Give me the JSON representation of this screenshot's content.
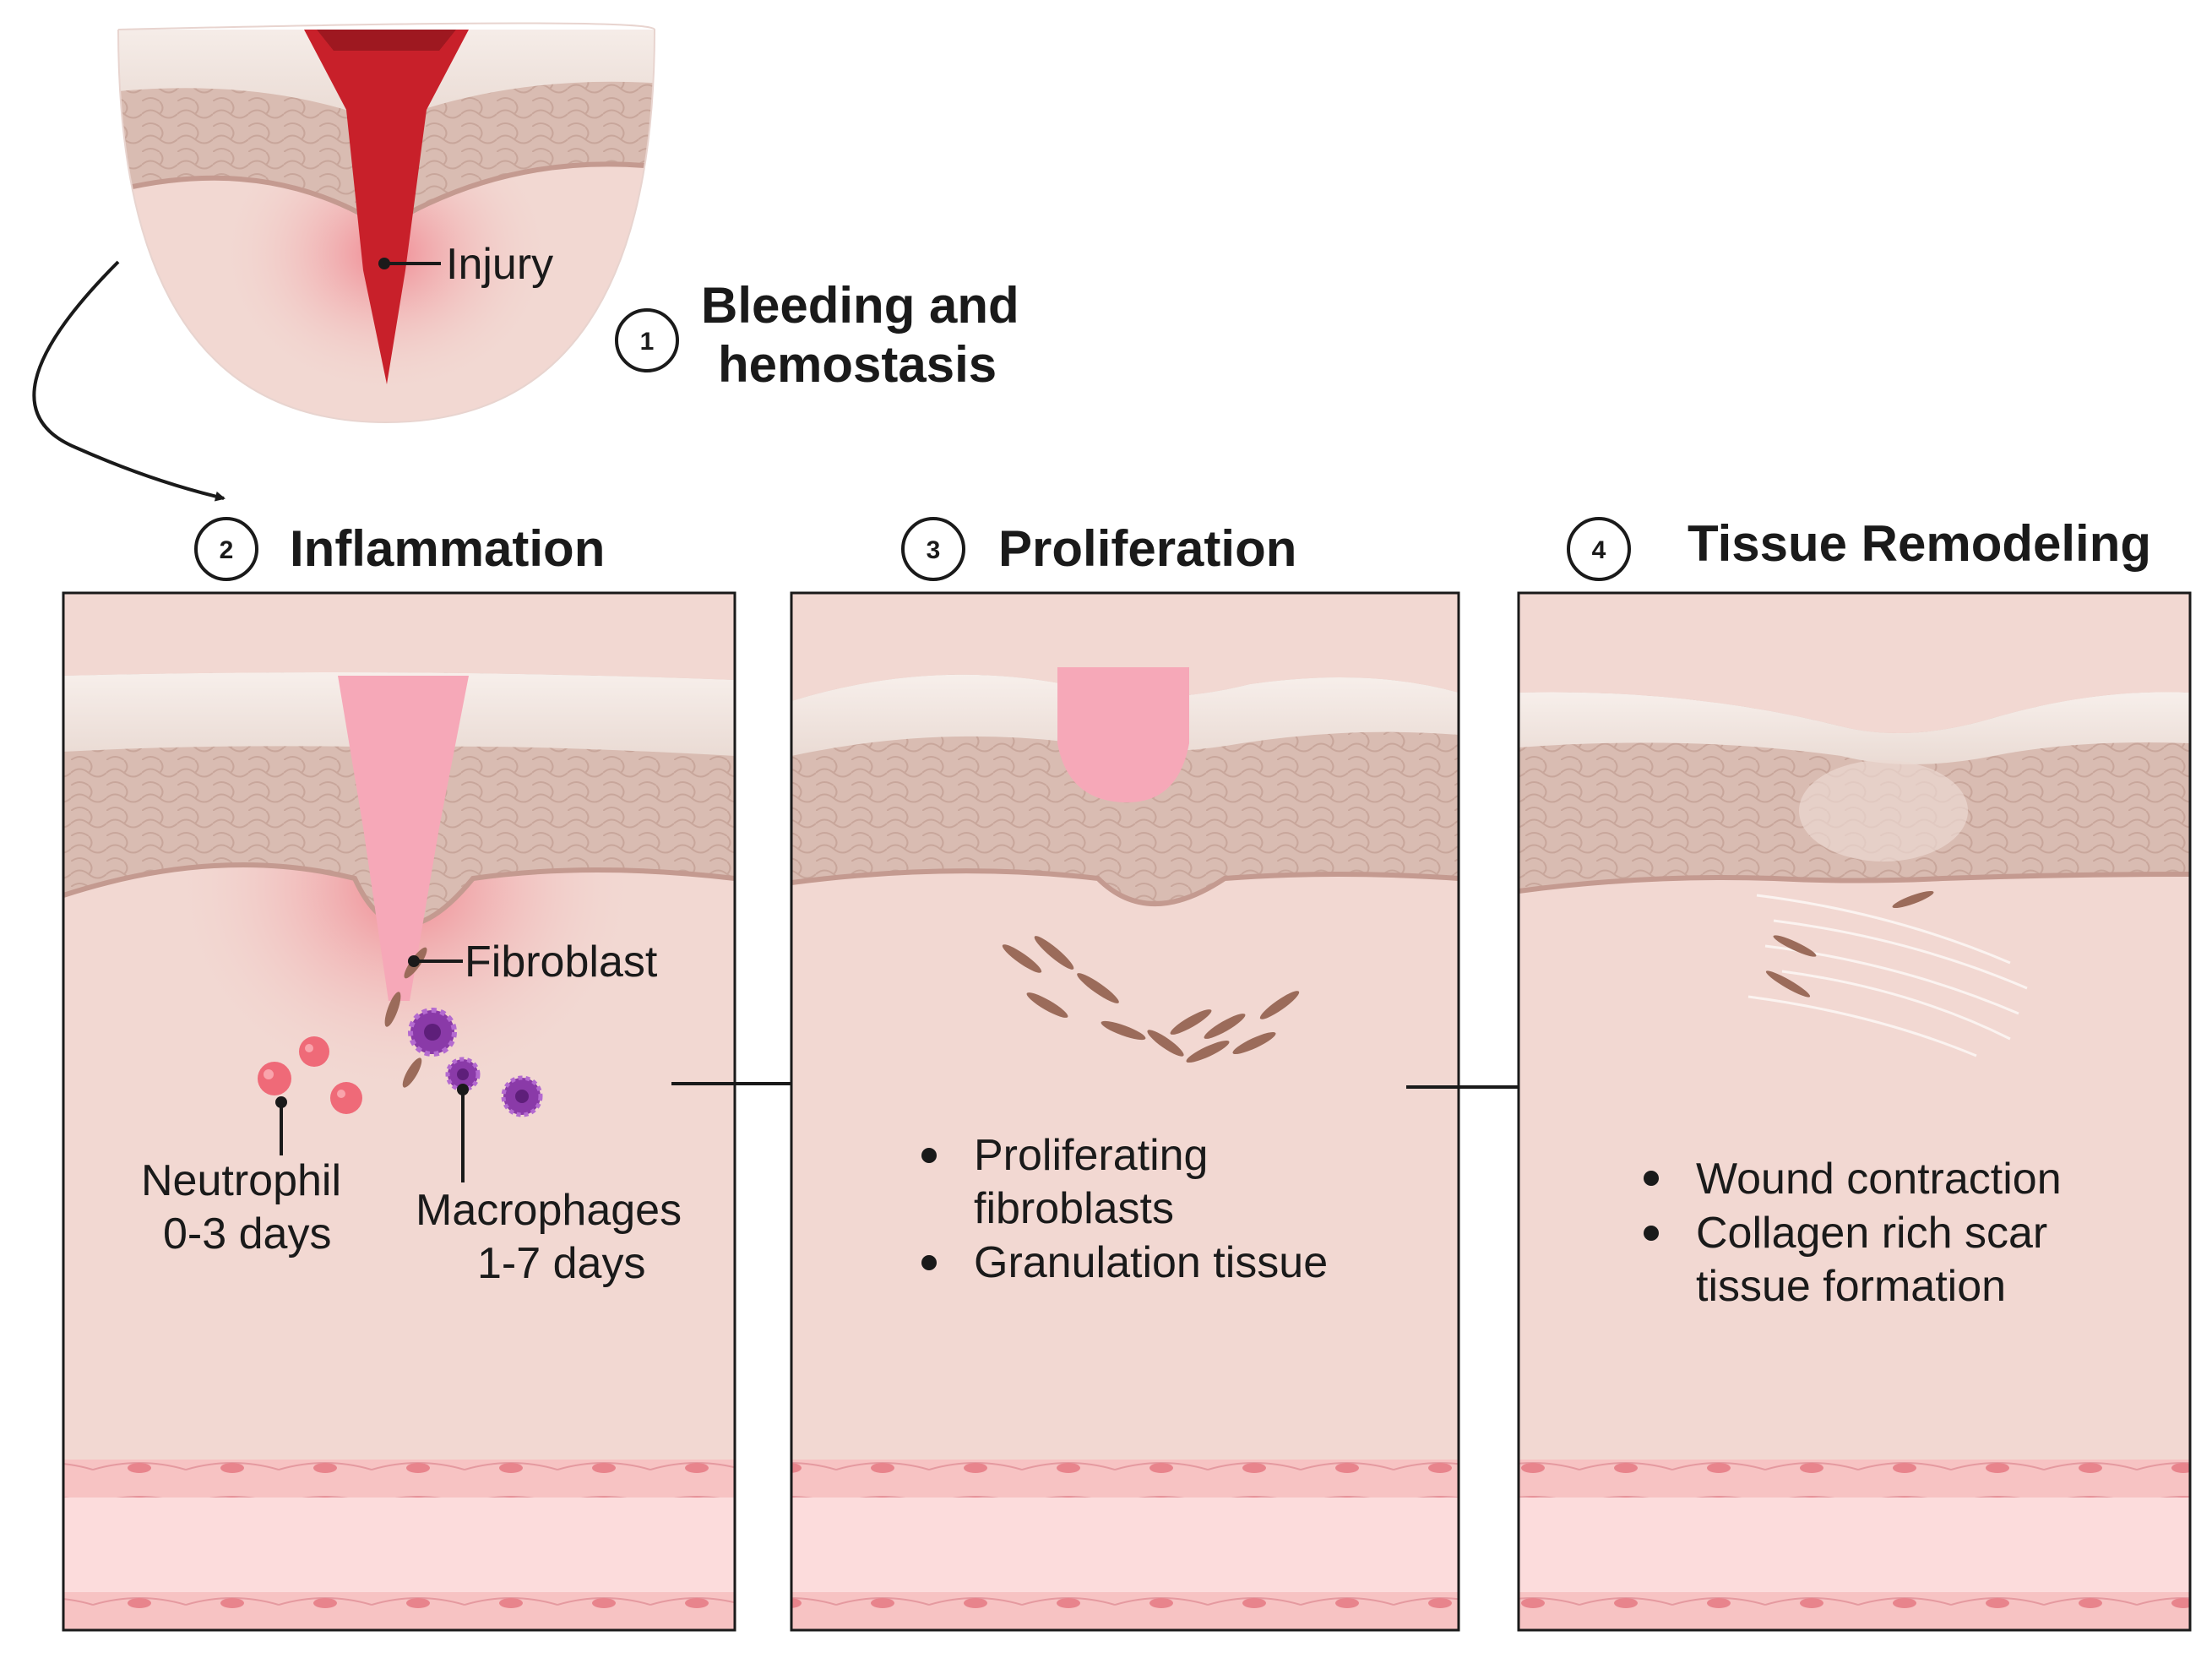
{
  "stage1": {
    "number": "1",
    "title_line1": "Bleeding and",
    "title_line2": "hemostasis",
    "injury_label": "Injury"
  },
  "stage2": {
    "number": "2",
    "title": "Inflammation",
    "fibroblast_label": "Fibroblast",
    "neutrophil_label": "Neutrophil",
    "neutrophil_days": "0-3 days",
    "macrophage_label": "Macrophages",
    "macrophage_days": "1-7 days"
  },
  "stage3": {
    "number": "3",
    "title": "Proliferation",
    "bullet1_line1": "Proliferating",
    "bullet1_line2": "fibroblasts",
    "bullet2": "Granulation tissue"
  },
  "stage4": {
    "number": "4",
    "title": "Tissue Remodeling",
    "bullet1": "Wound contraction",
    "bullet2_line1": "Collagen rich scar",
    "bullet2_line2": "tissue formation"
  },
  "colors": {
    "wound_red": "#c8202a",
    "wound_pink": "#f6a8b8",
    "epidermis": "#d8b8ae",
    "dermis": "#f2d8d2",
    "vessel": "#f8c8c8",
    "macrophage": "#8a3aa8",
    "neutrophil": "#ef6a78"
  }
}
